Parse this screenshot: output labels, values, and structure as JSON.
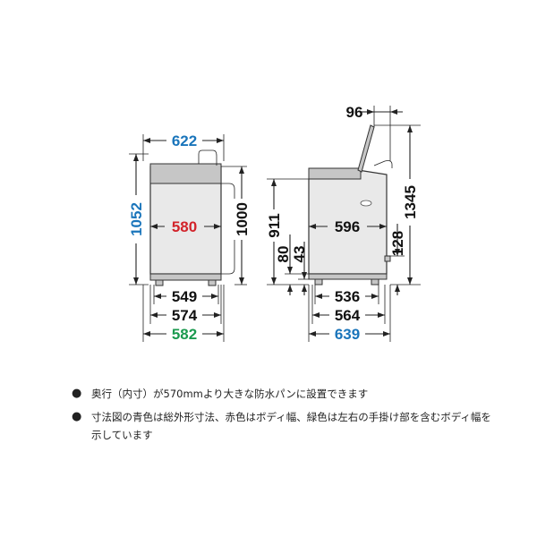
{
  "front_view": {
    "width_total": "622",
    "height_total": "1052",
    "body_width": "580",
    "body_height": "1000",
    "base_inner": "549",
    "base_mid": "574",
    "width_with_handles": "582"
  },
  "side_view": {
    "lid_depth": "96",
    "height_lid_open": "1345",
    "height_to_top": "911",
    "body_depth": "596",
    "hose_height": "128",
    "inlet_height": "80",
    "foot_height": "43",
    "base_inner": "536",
    "base_mid": "564",
    "depth_total": "639"
  },
  "colors": {
    "blue": "#1a75bb",
    "red": "#d2232a",
    "green": "#1b9a4f"
  },
  "notes": [
    {
      "bullet": "●",
      "text": "奥行（内寸）が570mmより大きな防水パンに設置できます"
    },
    {
      "bullet": "●",
      "text": "寸法図の青色は総外形寸法、赤色はボディ幅、緑色は左右の手掛け部を含むボディ幅を示しています"
    }
  ]
}
